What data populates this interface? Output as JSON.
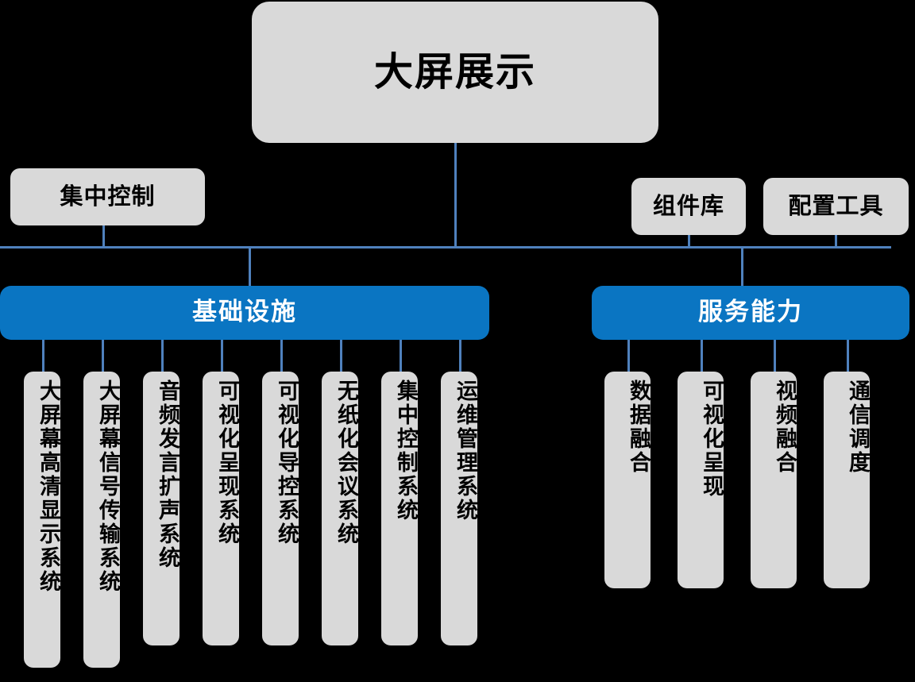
{
  "diagram": {
    "type": "hierarchy-tree",
    "title": "大屏展示",
    "colors": {
      "background": "#000000",
      "node_gray": "#d9d9d9",
      "node_blue": "#0a75c2",
      "connector": "#4f81bd",
      "text_dark": "#000000",
      "text_light": "#ffffff"
    },
    "root": {
      "label": "大屏展示"
    },
    "support_nodes": [
      {
        "label": "集中控制"
      },
      {
        "label": "组件库"
      },
      {
        "label": "配置工具"
      }
    ],
    "sections": [
      {
        "label": "基础设施",
        "leaves": [
          {
            "label": "大屏幕高清显示系统"
          },
          {
            "label": "大屏幕信号传输系统"
          },
          {
            "label": "音频发言扩声系统"
          },
          {
            "label": "可视化呈现系统"
          },
          {
            "label": "可视化导控系统"
          },
          {
            "label": "无纸化会议系统"
          },
          {
            "label": "集中控制系统"
          },
          {
            "label": "运维管理系统"
          }
        ]
      },
      {
        "label": "服务能力",
        "leaves": [
          {
            "label": "数据融合"
          },
          {
            "label": "可视化呈现"
          },
          {
            "label": "视频融合"
          },
          {
            "label": "通信调度"
          }
        ]
      }
    ]
  }
}
